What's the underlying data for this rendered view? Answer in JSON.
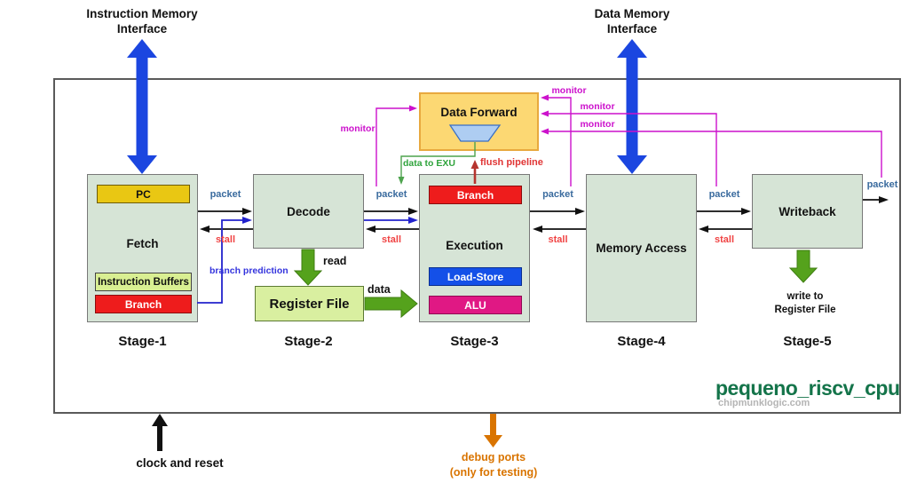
{
  "external": {
    "instruction_memory_interface": "Instruction Memory\nInterface",
    "data_memory_interface": "Data Memory\nInterface",
    "clock_and_reset": "clock and reset",
    "debug_ports": "debug ports\n(only for testing)"
  },
  "blocks": {
    "fetch": {
      "title": "Fetch",
      "stage": "Stage-1",
      "sub": {
        "pc": "PC",
        "instruction_buffers": "Instruction Buffers",
        "branch": "Branch"
      }
    },
    "decode": {
      "title": "Decode",
      "stage": "Stage-2"
    },
    "register_file": {
      "title": "Register File"
    },
    "execution": {
      "title": "Execution",
      "stage": "Stage-3",
      "sub": {
        "branch": "Branch",
        "load_store": "Load-Store",
        "alu": "ALU"
      }
    },
    "memory_access": {
      "title": "Memory Access",
      "stage": "Stage-4"
    },
    "writeback": {
      "title": "Writeback",
      "stage": "Stage-5"
    },
    "data_forward": {
      "title": "Data Forward"
    }
  },
  "signals": {
    "packet": "packet",
    "stall": "stall",
    "monitor": "monitor",
    "branch_prediction": "branch prediction",
    "read": "read",
    "data": "data",
    "data_to_exu": "data to EXU",
    "flush_pipeline": "flush pipeline",
    "write_to_register_file": "write to\nRegister File"
  },
  "branding": {
    "title": "pequeno_riscv_cpu",
    "website": "chipmunklogic.com"
  },
  "colors": {
    "stage_box_fill": "#d6e4d6",
    "pc_fill": "#e9c713",
    "instruction_buffers_fill": "#d9ef92",
    "branch_fill": "#ee1c1c",
    "load_store_fill": "#1450e8",
    "alu_fill": "#e01884",
    "data_forward_fill": "#fcd873",
    "register_file_fill": "#d9efa0",
    "memory_arrow_blue": "#1b46e0",
    "fat_arrow_green": "#55a21c",
    "packet_label": "#3a6b9e",
    "stall_label": "#f04343",
    "monitor_magenta": "#cc11cc",
    "branch_prediction_blue": "#3333dd",
    "flush_red": "#b5342e",
    "debug_orange": "#d97400",
    "branding_green": "#14744a"
  }
}
